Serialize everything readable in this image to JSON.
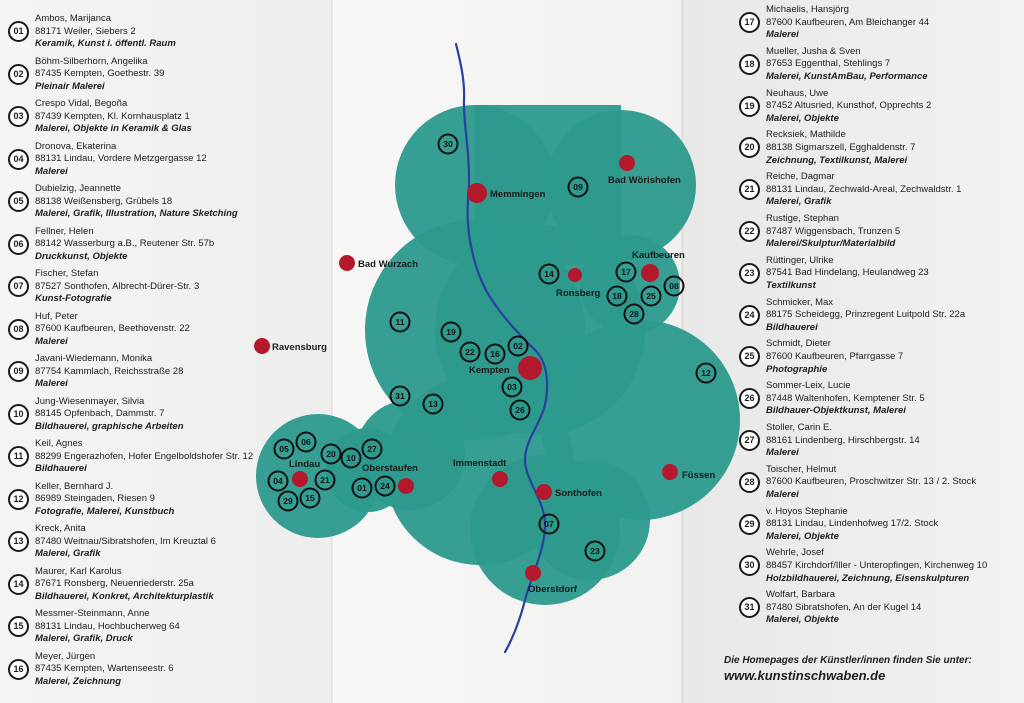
{
  "colors": {
    "accent": "#2e9a8e",
    "city": "#b3182c",
    "river": "#2a3f9e"
  },
  "artists": [
    {
      "num": "01",
      "name": "Ambos, Marijanca",
      "address": "88171 Weiler, Siebers 2",
      "desc": "Keramik, Kunst i. öffentl. Raum"
    },
    {
      "num": "02",
      "name": "Böhm-Silberhorn, Angelika",
      "address": "87435 Kempten, Goethestr. 39",
      "desc": "Pleinair Malerei"
    },
    {
      "num": "03",
      "name": "Crespo Vidal, Begoña",
      "address": "87439 Kempten, Kl. Kornhausplatz 1",
      "desc": "Malerei, Objekte in Keramik & Glas"
    },
    {
      "num": "04",
      "name": "Dronova, Ekaterina",
      "address": "88131 Lindau, Vordere Metzgergasse 12",
      "desc": "Malerei"
    },
    {
      "num": "05",
      "name": "Dubielzig, Jeannette",
      "address": "88138 Weißensberg, Grübels 18",
      "desc": "Malerei, Grafik, Illustration, Nature Sketching"
    },
    {
      "num": "06",
      "name": "Fellner, Helen",
      "address": "88142 Wasserburg a.B., Reutener Str. 57b",
      "desc": "Druckkunst, Objekte"
    },
    {
      "num": "07",
      "name": "Fischer, Stefan",
      "address": "87527 Sonthofen, Albrecht-Dürer-Str. 3",
      "desc": "Kunst-Fotografie"
    },
    {
      "num": "08",
      "name": "Huf, Peter",
      "address": "87600 Kaufbeuren, Beethovenstr. 22",
      "desc": "Malerei"
    },
    {
      "num": "09",
      "name": "Javani-Wiedemann, Monika",
      "address": "87754 Kammlach, Reichsstraße 28",
      "desc": "Malerei"
    },
    {
      "num": "10",
      "name": "Jung-Wiesenmayer, Silvia",
      "address": "88145 Opfenbach, Dammstr. 7",
      "desc": "Bildhauerei, graphische Arbeiten"
    },
    {
      "num": "11",
      "name": "Keil, Agnes",
      "address": "88299 Engerazhofen, Hofer Engelboldshofer Str. 12",
      "desc": "Bildhauerei"
    },
    {
      "num": "12",
      "name": "Keller, Bernhard J.",
      "address": "86989 Steingaden, Riesen 9",
      "desc": "Fotografie, Malerei, Kunstbuch"
    },
    {
      "num": "13",
      "name": "Kreck, Anita",
      "address": "87480 Weitnau/Sibratshofen, Im Kreuztal 6",
      "desc": "Malerei, Grafik"
    },
    {
      "num": "14",
      "name": "Maurer, Karl Karolus",
      "address": "87671 Ronsberg, Neuenriederstr. 25a",
      "desc": "Bildhauerei, Konkret, Architekturplastik"
    },
    {
      "num": "15",
      "name": "Messmer-Steinmann, Anne",
      "address": "88131 Lindau, Hochbucherweg 64",
      "desc": "Malerei, Grafik, Druck"
    },
    {
      "num": "16",
      "name": "Meyer, Jürgen",
      "address": "87435 Kempten, Wartenseestr. 6",
      "desc": "Malerei, Zeichnung"
    },
    {
      "num": "17",
      "name": "Michaelis, Hansjörg",
      "address": "87600 Kaufbeuren, Am Bleichanger 44",
      "desc": "Malerei"
    },
    {
      "num": "18",
      "name": "Mueller, Jusha & Sven",
      "address": "87653 Eggenthal, Stehlings 7",
      "desc": "Malerei, KunstAmBau, Performance"
    },
    {
      "num": "19",
      "name": "Neuhaus, Uwe",
      "address": "87452 Altusried, Kunsthof, Opprechts 2",
      "desc": "Malerei, Objekte"
    },
    {
      "num": "20",
      "name": "Recksiek, Mathilde",
      "address": "88138 Sigmarszell, Egghaldenstr. 7",
      "desc": "Zeichnung, Textilkunst, Malerei"
    },
    {
      "num": "21",
      "name": "Reiche, Dagmar",
      "address": "88131 Lindau, Zechwald-Areal, Zechwaldstr. 1",
      "desc": "Malerei, Grafik"
    },
    {
      "num": "22",
      "name": "Rustige, Stephan",
      "address": "87487 Wiggensbach, Trunzen 5",
      "desc": "Malerei/Skulptur/Materialbild"
    },
    {
      "num": "23",
      "name": "Rüttinger, Ulrike",
      "address": "87541 Bad Hindelang, Heulandweg 23",
      "desc": "Textilkunst"
    },
    {
      "num": "24",
      "name": "Schmicker, Max",
      "address": "88175 Scheidegg, Prinzregent Luitpold Str. 22a",
      "desc": "Bildhauerei"
    },
    {
      "num": "25",
      "name": "Schmidt, Dieter",
      "address": "87600 Kaufbeuren, Pfarrgasse 7",
      "desc": "Photographie"
    },
    {
      "num": "26",
      "name": "Sommer-Leix, Lucie",
      "address": "87448 Waltenhofen, Kemptener Str. 5",
      "desc": "Bildhauer-Objektkunst, Malerei"
    },
    {
      "num": "27",
      "name": "Stoller, Carin E.",
      "address": "88161 Lindenberg, Hirschbergstr. 14",
      "desc": "Malerei"
    },
    {
      "num": "28",
      "name": "Toischer, Helmut",
      "address": "87600 Kaufbeuren, Proschwitzer Str. 13 / 2. Stock",
      "desc": "Malerei"
    },
    {
      "num": "29",
      "name": "v. Hoyos Stephanie",
      "address": "88131 Lindau, Lindenhofweg 17/2. Stock",
      "desc": "Malerei, Objekte"
    },
    {
      "num": "30",
      "name": "Wehrle, Josef",
      "address": "88457 Kirchdorf/Iller - Unteropfingen, Kirchenweg 10",
      "desc": "Holzbildhauerei, Zeichnung, Eisenskulpturen"
    },
    {
      "num": "31",
      "name": "Wolfart, Barbara",
      "address": "87480 Sibratshofen, An der Kugel 14",
      "desc": "Malerei, Objekte"
    }
  ],
  "cities": [
    "Memmingen",
    "Bad Wörishofen",
    "Bad Wurzach",
    "Kaufbeuren",
    "Ronsberg",
    "Ravensburg",
    "Kempten",
    "Lindau",
    "Oberstaufen",
    "Immenstadt",
    "Sonthofen",
    "Füssen",
    "Oberstdorf"
  ],
  "footer": {
    "text": "Die Homepages der Künstler/innen finden Sie unter:",
    "url": "www.kunstinschwaben.de"
  }
}
